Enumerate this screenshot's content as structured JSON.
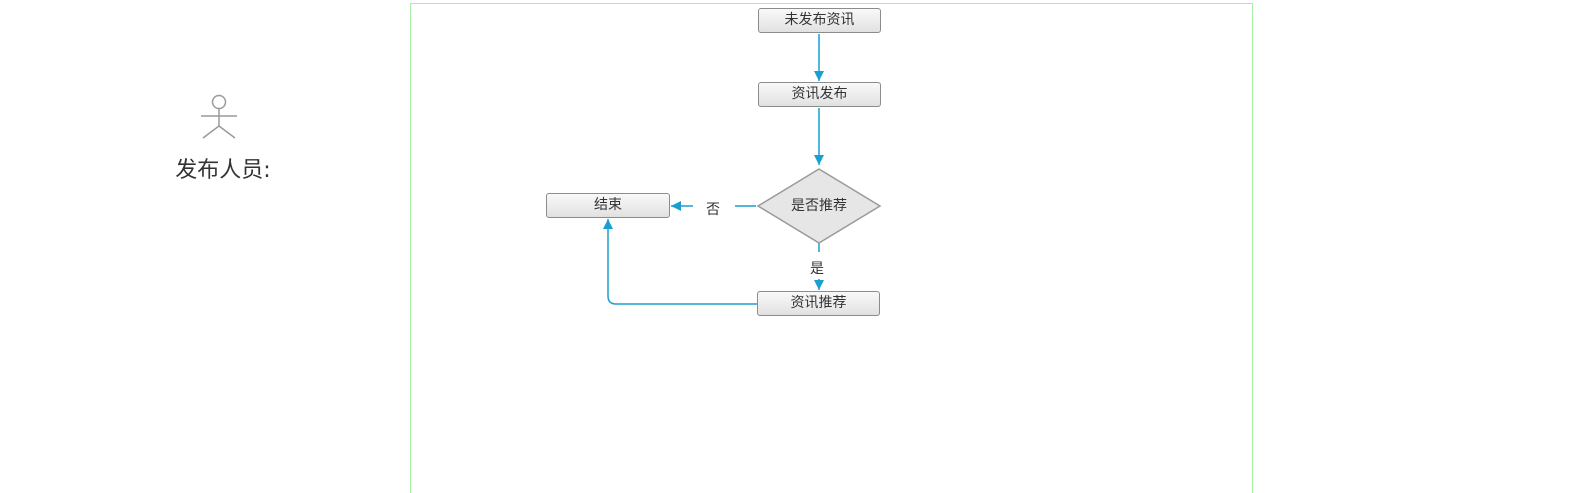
{
  "actor": {
    "label": "发布人员:",
    "icon": "actor-icon"
  },
  "nodes": {
    "unpublished": "未发布资讯",
    "publish": "资讯发布",
    "decision": "是否推荐",
    "end": "结束",
    "recommend": "资讯推荐"
  },
  "edges": {
    "no_label": "否",
    "yes_label": "是"
  },
  "colors": {
    "connector": "#1a9fd1",
    "node_border": "#8c8c8c",
    "frame_border": "#a6f0a6"
  }
}
